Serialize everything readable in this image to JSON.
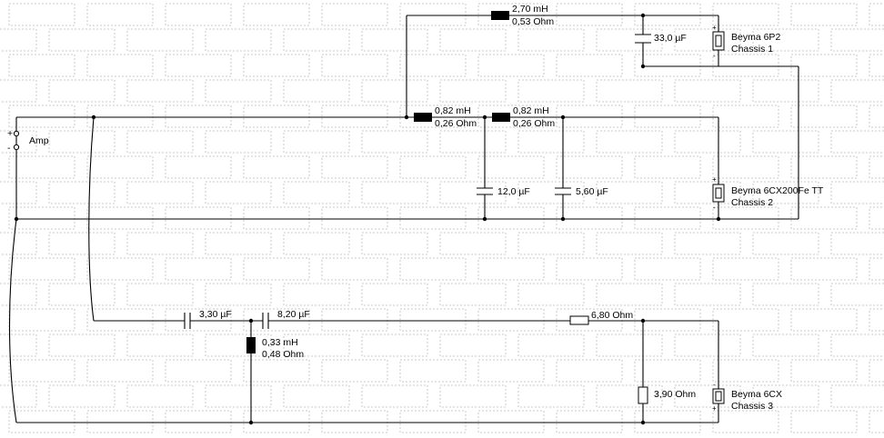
{
  "amp": {
    "label": "Amp",
    "plus": "+",
    "minus": "-"
  },
  "components": {
    "L1": {
      "value": "2,70 mH",
      "resistance": "0,53 Ohm"
    },
    "C1": {
      "value": "33,0 µF"
    },
    "L2": {
      "value": "0,82 mH",
      "resistance": "0,26 Ohm"
    },
    "L3": {
      "value": "0,82 mH",
      "resistance": "0,26 Ohm"
    },
    "C2": {
      "value": "12,0 µF"
    },
    "C3": {
      "value": "5,60 µF"
    },
    "C4": {
      "value": "3,30 µF"
    },
    "C5": {
      "value": "8,20 µF"
    },
    "L4": {
      "value": "0,33 mH",
      "resistance": "0,48 Ohm"
    },
    "R1": {
      "value": "6,80 Ohm"
    },
    "R2": {
      "value": "3,90 Ohm"
    }
  },
  "speakers": [
    {
      "name": "Beyma 6P2",
      "chassis": "Chassis 1",
      "top_sign": "+",
      "bottom_sign": "-"
    },
    {
      "name": "Beyma 6CX200Fe TT",
      "chassis": "Chassis 2",
      "top_sign": "+",
      "bottom_sign": "-"
    },
    {
      "name": "Beyma 6CX",
      "chassis": "Chassis 3",
      "top_sign": "-",
      "bottom_sign": "+"
    }
  ]
}
